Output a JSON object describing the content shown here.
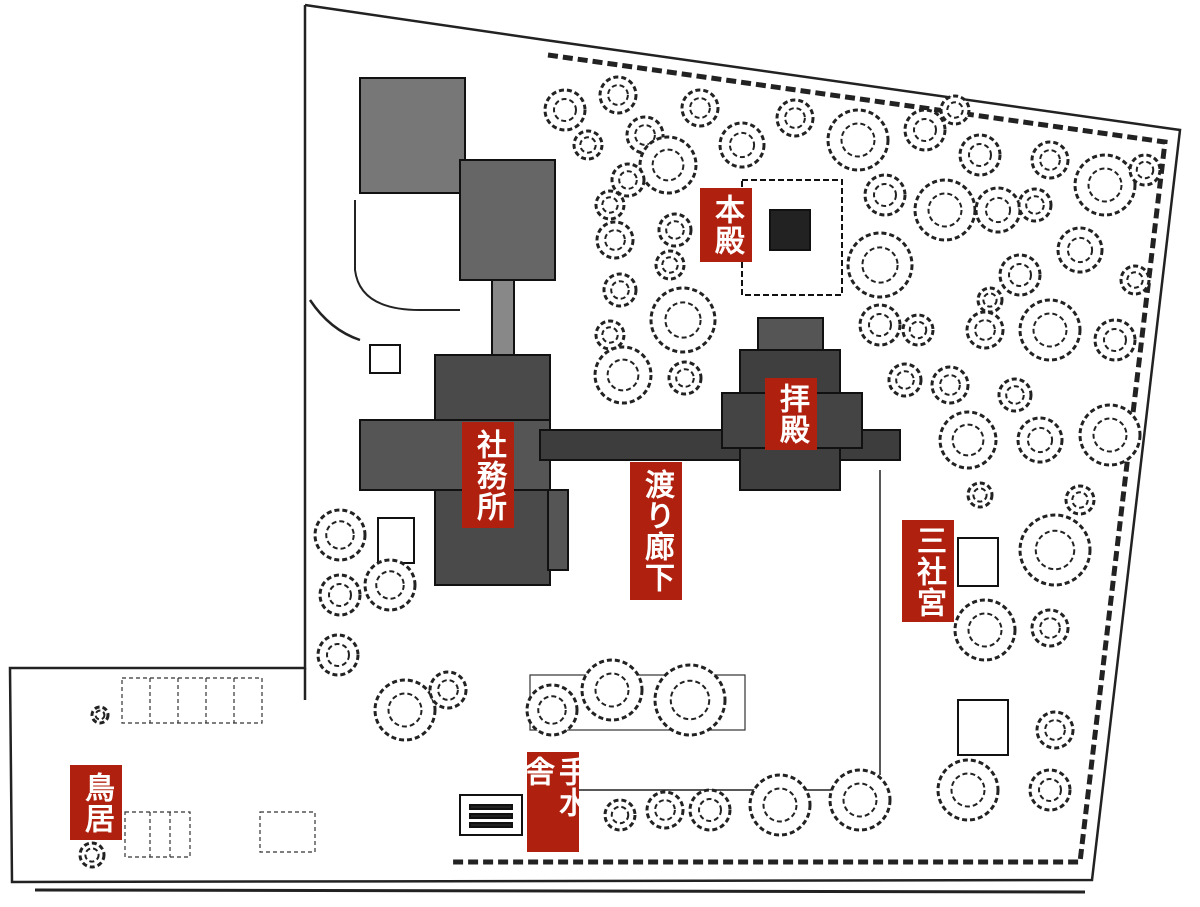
{
  "labels": {
    "honden": "本殿",
    "haiden": "拝殿",
    "shamusho": "社務所",
    "watari_roka": "渡り廊下",
    "sanshagu": "三社宮",
    "temizuya": "手水舎",
    "torii": "鳥居"
  },
  "colors": {
    "label_bg": "#b0200f",
    "ink": "#222222"
  }
}
